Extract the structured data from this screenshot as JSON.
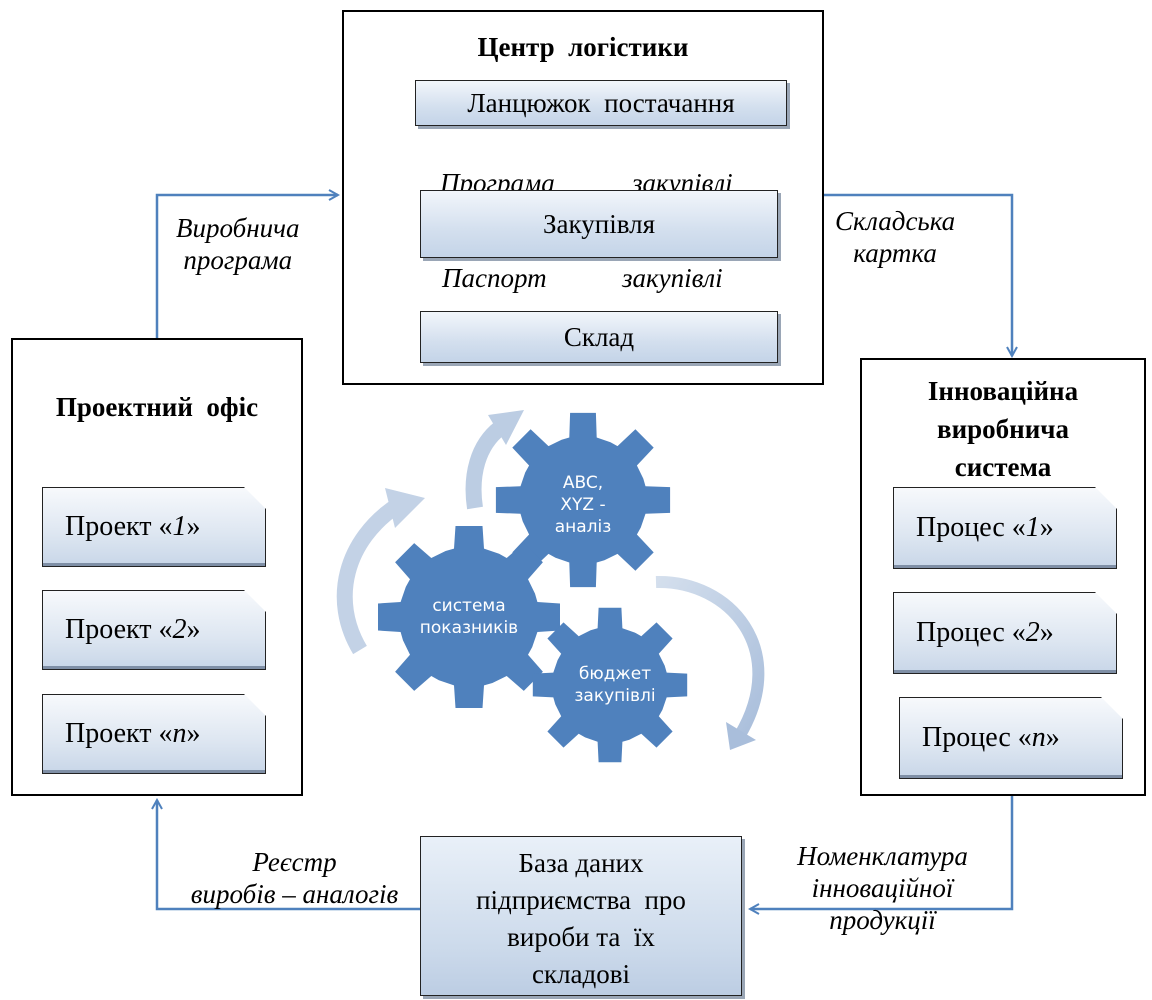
{
  "logistics_center": {
    "title": "Центр  логістики",
    "supply_chain": "Ланцюжок  постачання",
    "procurement_program_left": "Програма",
    "procurement_program_right": "закупівлі",
    "procurement": "Закупівля",
    "procurement_passport_left": "Паспорт",
    "procurement_passport_right": "закупівлі",
    "warehouse": "Склад"
  },
  "project_office": {
    "title": "Проектний  офіс",
    "items": [
      {
        "prefix": "Проект «",
        "num": "1",
        "suffix": "»"
      },
      {
        "prefix": "Проект «",
        "num": "2",
        "suffix": "»"
      },
      {
        "prefix": "Проект «",
        "num": "n",
        "suffix": "»"
      }
    ]
  },
  "innovation_system": {
    "title_line1": "Інноваційна",
    "title_line2": "виробнича",
    "title_line3": "система",
    "items": [
      {
        "prefix": "Процес «",
        "num": "1",
        "suffix": "»"
      },
      {
        "prefix": "Процес «",
        "num": "2",
        "suffix": "»"
      },
      {
        "prefix": "Процес «",
        "num": "n",
        "suffix": "»"
      }
    ]
  },
  "database": {
    "line1": "База даних",
    "line2": "підприємства  про",
    "line3": "вироби та  їх",
    "line4": "складові"
  },
  "flow_labels": {
    "production_program_1": "Виробнича",
    "production_program_2": "програма",
    "warehouse_card_1": "Складська",
    "warehouse_card_2": "картка",
    "registry_1": "Реєстр",
    "registry_2": "виробів – аналогів",
    "nomenclature_1": "Номенклатура",
    "nomenclature_2": "інноваційної",
    "nomenclature_3": "продукції"
  },
  "gears": {
    "abc_1": "ABC,",
    "abc_2": "XYZ -",
    "abc_3": "аналіз",
    "indicators_1": "система",
    "indicators_2": "показників",
    "budget_1": "бюджет",
    "budget_2": "закупівлі"
  },
  "colors": {
    "gear": "#4f81bd",
    "cycle_arrow": "#b9c9df",
    "connector": "#4f81bd",
    "box_fill": "#d3dfee"
  }
}
